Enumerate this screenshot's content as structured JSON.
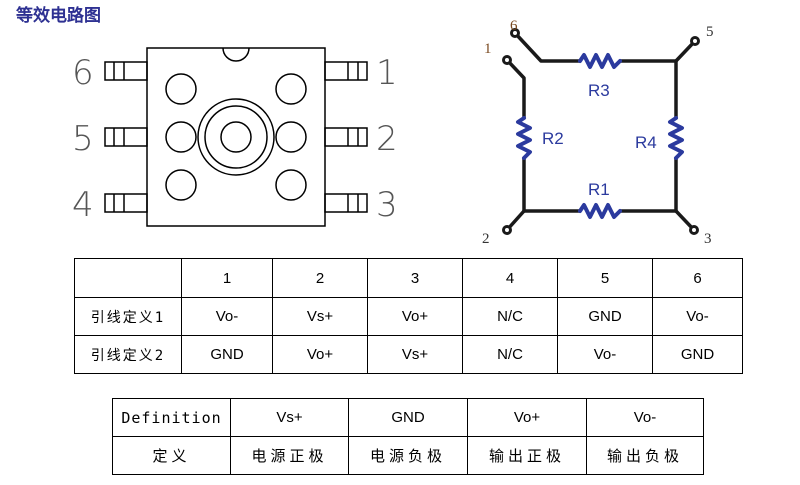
{
  "title": "等效电路图",
  "package_diagram": {
    "pin_labels_left": [
      "6",
      "5",
      "4"
    ],
    "pin_labels_right": [
      "1",
      "2",
      "3"
    ]
  },
  "circuit": {
    "nodes": [
      "1",
      "2",
      "3",
      "5",
      "6"
    ],
    "resistors": [
      "R1",
      "R2",
      "R3",
      "R4"
    ],
    "wire_color": "#1a1a1a",
    "resistor_color": "#2b3a9e"
  },
  "pin_table": {
    "header": [
      "",
      "1",
      "2",
      "3",
      "4",
      "5",
      "6"
    ],
    "rows": [
      {
        "label": "引线定义1",
        "values": [
          "Vo-",
          "Vs+",
          "Vo+",
          "N/C",
          "GND",
          "Vo-"
        ]
      },
      {
        "label": "引线定义2",
        "values": [
          "GND",
          "Vo+",
          "Vs+",
          "N/C",
          "Vo-",
          "GND"
        ]
      }
    ]
  },
  "definition_table": {
    "header_label": "Definition",
    "header_values": [
      "Vs+",
      "GND",
      "Vo+",
      "Vo-"
    ],
    "row_label": "定义",
    "row_values": [
      "电源正极",
      "电源负极",
      "输出正极",
      "输出负极"
    ]
  }
}
